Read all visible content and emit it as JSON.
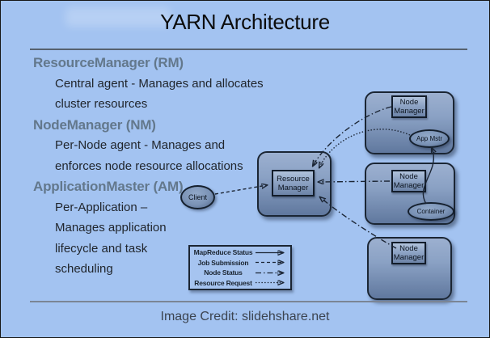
{
  "title": "YARN Architecture",
  "credit": "Image Credit: slidehshare.net",
  "colors": {
    "background": "#a3c3f1",
    "heading_text": "#63788c",
    "body_text": "#21262d",
    "box_fill_top": "#9cb0d0",
    "box_fill_bottom": "#60789e",
    "line": "#1b2534"
  },
  "sections": [
    {
      "heading": "ResourceManager (RM)",
      "lines": [
        "Central agent - Manages and allocates",
        "cluster resources"
      ]
    },
    {
      "heading": "NodeManager (NM)",
      "lines": [
        "Per-Node agent - Manages and",
        "enforces node resource allocations"
      ]
    },
    {
      "heading": "ApplicationMaster (AM)",
      "lines": [
        "Per-Application –",
        "Manages application",
        "lifecycle and task",
        "scheduling"
      ]
    }
  ],
  "diagram": {
    "client_label": "Client",
    "resource_manager_label": "Resource Manager",
    "node_manager_label": "Node Manager",
    "app_master_label": "App Mstr",
    "container_label": "Container"
  },
  "legend": {
    "items": [
      {
        "label": "MapReduce Status",
        "style": "solid"
      },
      {
        "label": "Job Submission",
        "style": "dashed"
      },
      {
        "label": "Node Status",
        "style": "dashdot"
      },
      {
        "label": "Resource Request",
        "style": "dotted"
      }
    ]
  }
}
